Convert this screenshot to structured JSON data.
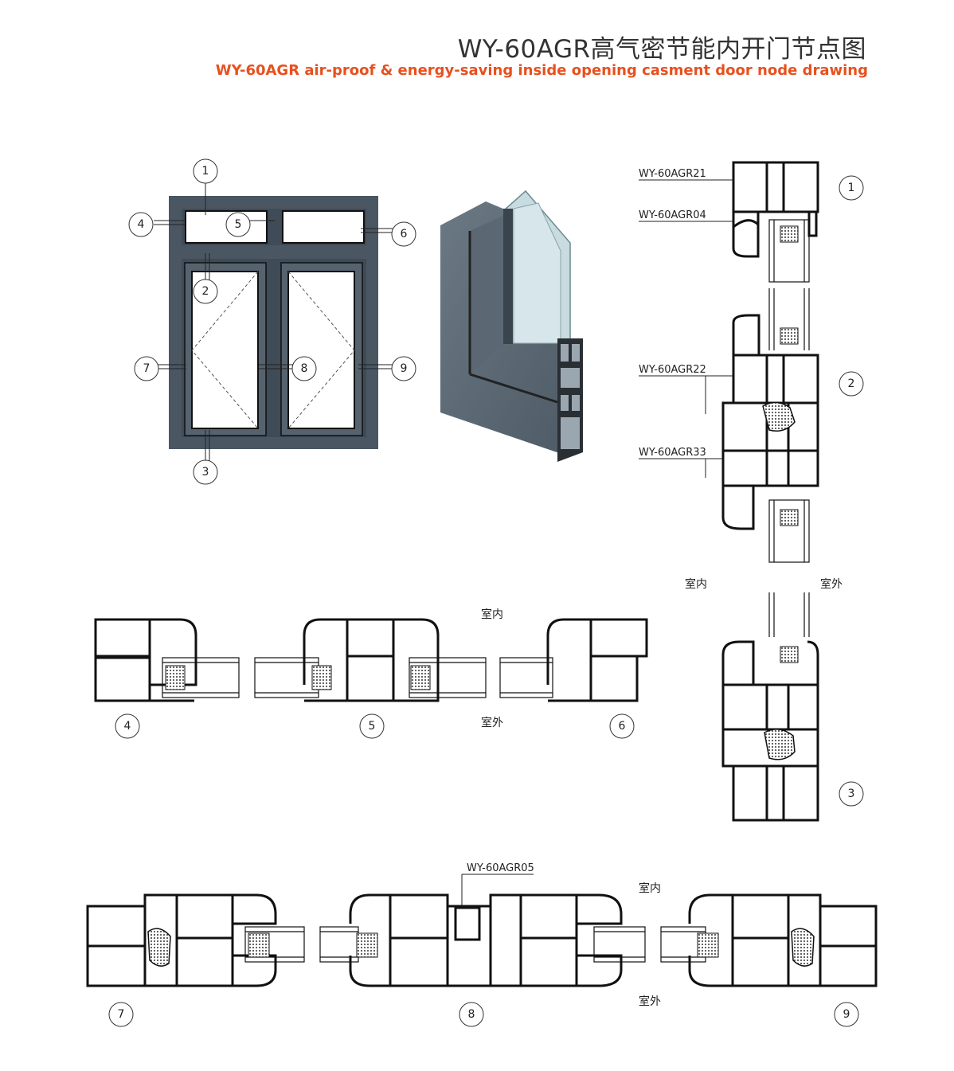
{
  "header": {
    "title_cn": "WY-60AGR高气密节能内开门节点图",
    "title_en": "WY-60AGR air-proof & energy-saving inside opening casment door node drawing"
  },
  "elevation": {
    "callouts": [
      "1",
      "2",
      "3",
      "4",
      "5",
      "6",
      "7",
      "8",
      "9"
    ]
  },
  "section_labels": {
    "indoor": "室内",
    "outdoor": "室外"
  },
  "profile_codes": {
    "agr21": "WY-60AGR21",
    "agr04": "WY-60AGR04",
    "agr22": "WY-60AGR22",
    "agr33": "WY-60AGR33",
    "agr05": "WY-60AGR05"
  },
  "node_numbers": [
    "1",
    "2",
    "3",
    "4",
    "5",
    "6",
    "7",
    "8",
    "9"
  ],
  "colors": {
    "frame": "#4a5763",
    "title_accent": "#e8501e",
    "profile_stroke": "#111111"
  }
}
